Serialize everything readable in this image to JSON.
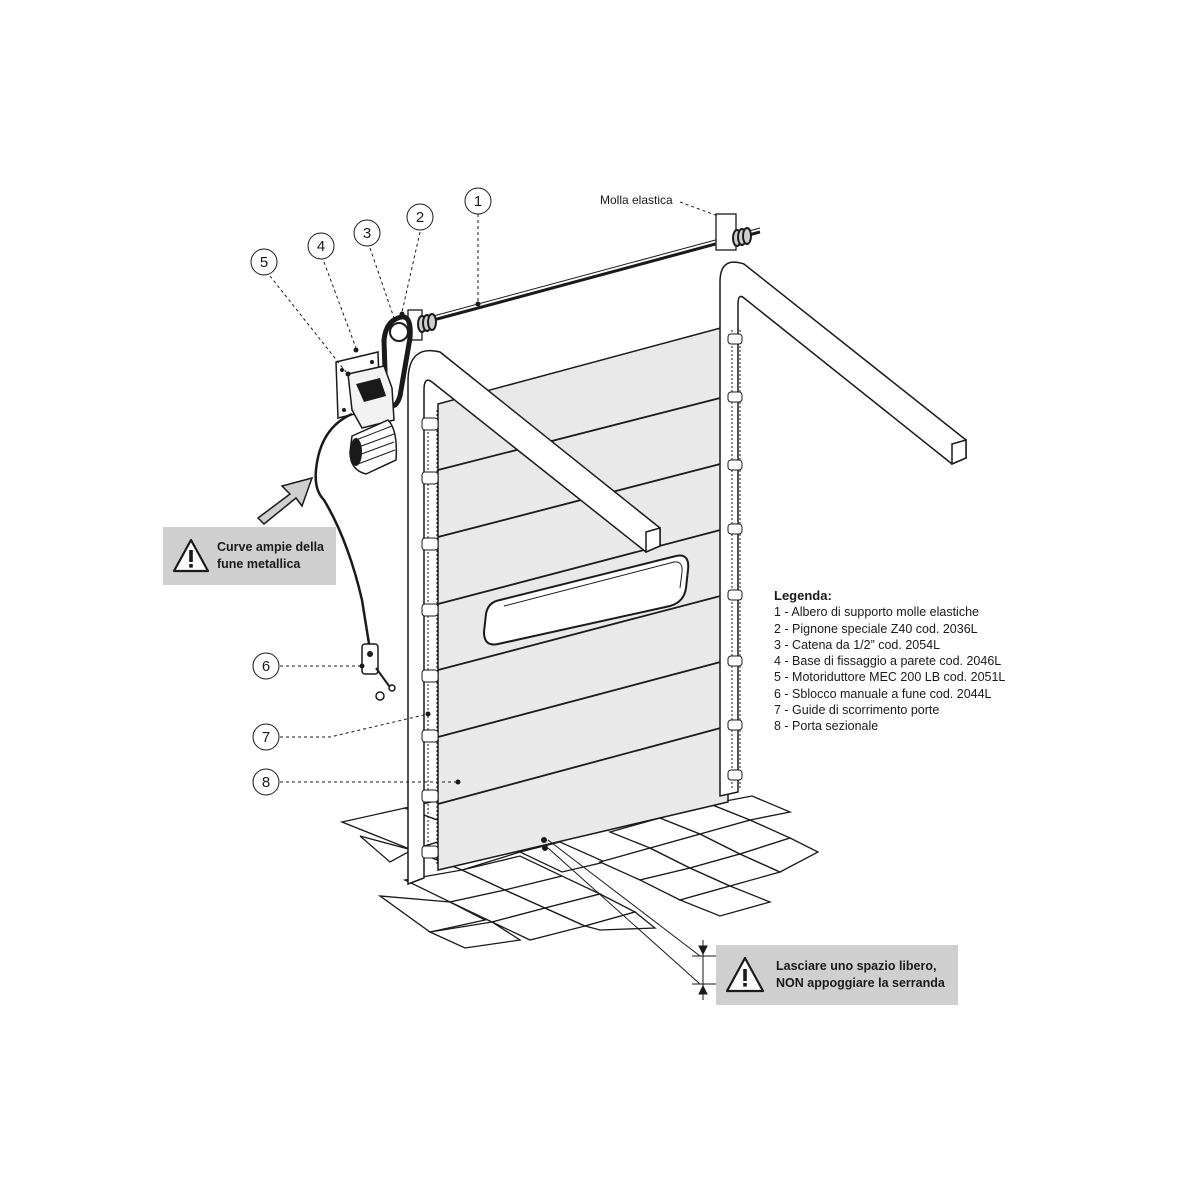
{
  "callouts": {
    "c1": "1",
    "c2": "2",
    "c3": "3",
    "c4": "4",
    "c5": "5",
    "c6": "6",
    "c7": "7",
    "c8": "8"
  },
  "spring_label": "Molla elastica",
  "legend": {
    "title": "Legenda:",
    "items": [
      "1 - Albero di supporto molle elastiche",
      "2 - Pignone speciale Z40 cod. 2036L",
      "3 - Catena da 1/2” cod. 2054L",
      "4 - Base di fissaggio a parete cod. 2046L",
      "5 - Motoriduttore MEC 200 LB cod. 2051L",
      "6 - Sblocco manuale a fune cod. 2044L",
      "7 - Guide di scorrimento porte",
      "8 - Porta sezionale"
    ]
  },
  "warnings": {
    "cable": {
      "line1": "Curve ampie della",
      "line2": "fune metallica"
    },
    "gap": {
      "line1": "Lasciare uno spazio libero,",
      "line2": "NON appoggiare la serranda"
    }
  },
  "colors": {
    "panel_fill": "#e9e9e9",
    "warning_box": "#cfcfcf",
    "line": "#1a1a1a"
  }
}
